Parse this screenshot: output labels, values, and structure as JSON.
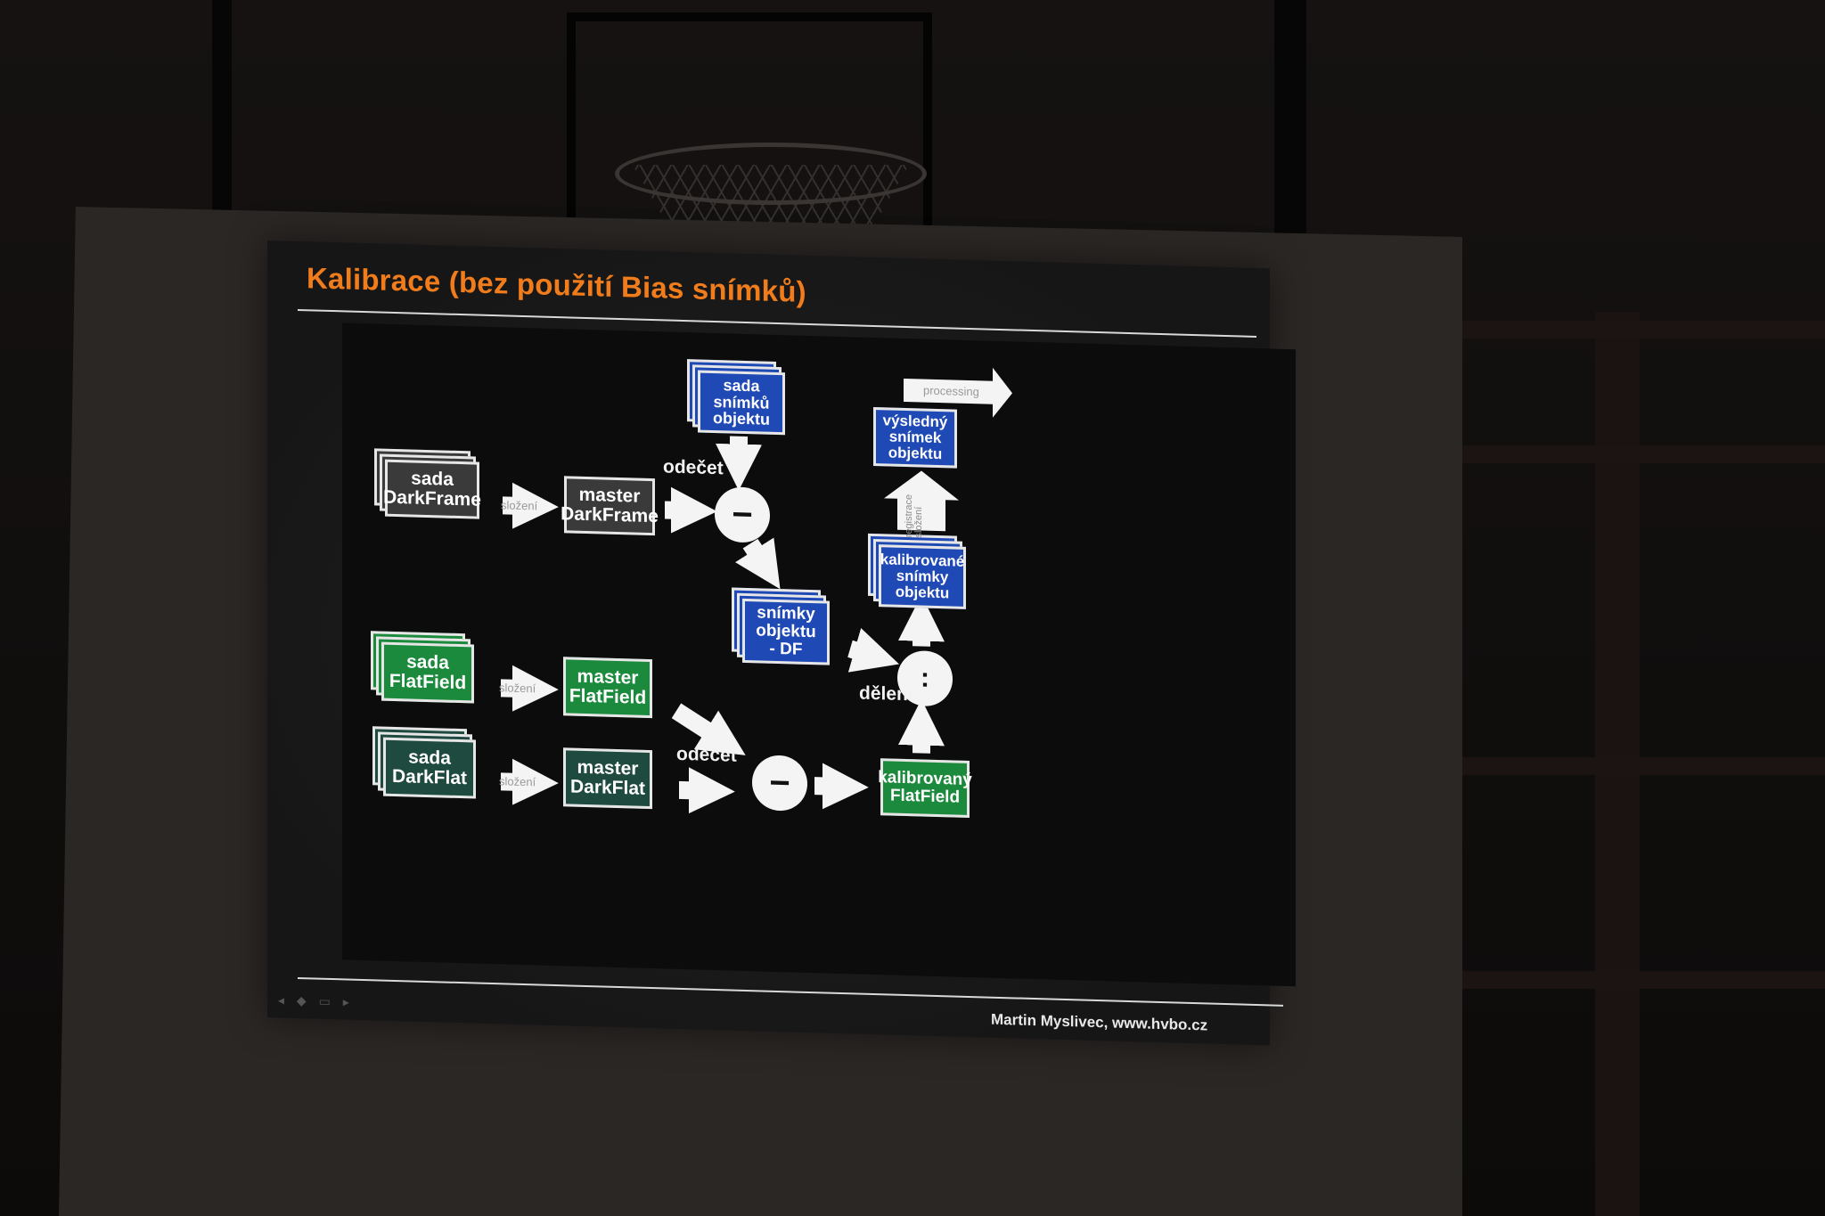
{
  "slide": {
    "title": "Kalibrace (bez použití Bias snímků)",
    "footer": "Martin Myslivec,  www.hvbo.cz"
  },
  "diagram": {
    "nodes": {
      "sada_darkframe": "sada\nDarkFrame",
      "master_darkframe": "master\nDarkFrame",
      "sada_snimku_objektu": "sada\nsnímků\nobjektu",
      "snimky_objektu_df": "snímky\nobjektu\n- DF",
      "sada_flatfield": "sada\nFlatField",
      "master_flatfield": "master\nFlatField",
      "sada_darkflat": "sada\nDarkFlat",
      "master_darkflat": "master\nDarkFlat",
      "kalibrovany_flatfield": "kalibrovaný\nFlatField",
      "kalibrovane_snimky_objektu": "kalibrované\nsnímky\nobjektu",
      "vysledny_snimek_objektu": "výsledný\nsnímek\nobjektu"
    },
    "operators": {
      "odecet_top": "odečet",
      "odecet_bottom": "odečet",
      "deleni": "dělení",
      "minus_symbol": "−",
      "divide_symbol": ":"
    },
    "arrow_labels": {
      "slozeni_dark": "složení",
      "slozeni_flat": "složení",
      "slozeni_darkflat": "složení",
      "registrace_slozeni": "registrace\nsložení",
      "processing": "processing"
    },
    "colors": {
      "gray_node": "#3a3a3a",
      "green_node": "#1c8a3c",
      "teal_node": "#1e4a40",
      "blue_node": "#1f49b5",
      "title_orange": "#f07c1c"
    }
  }
}
